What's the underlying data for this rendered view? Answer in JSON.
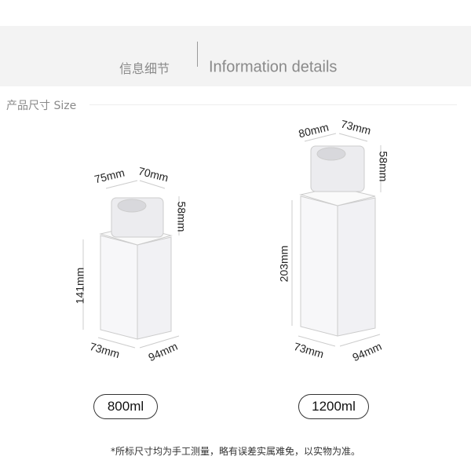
{
  "header": {
    "title_cn": "信息细节",
    "title_en": "Information details"
  },
  "section": {
    "label": "产品尺寸 Size"
  },
  "products": [
    {
      "capacity": "800ml",
      "dims": {
        "cap_width": "75mm",
        "cap_depth": "70mm",
        "cap_height": "58mm",
        "body_height": "141mm",
        "base_width": "73mm",
        "base_depth": "94mm"
      }
    },
    {
      "capacity": "1200ml",
      "dims": {
        "cap_width": "80mm",
        "cap_depth": "73mm",
        "cap_height": "58mm",
        "body_height": "203mm",
        "base_width": "73mm",
        "base_depth": "94mm"
      }
    }
  ],
  "footnote": "*所标尺寸均为手工测量，略有误差实属难免，以实物为准。"
}
